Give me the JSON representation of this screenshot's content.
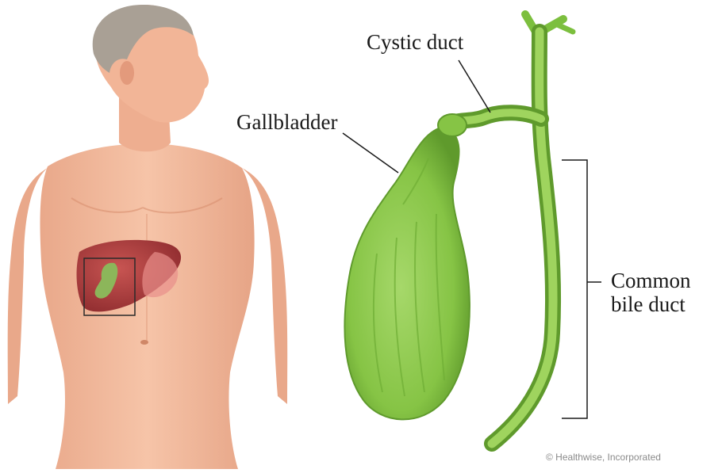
{
  "labels": {
    "cystic_duct": "Cystic duct",
    "gallbladder": "Gallbladder",
    "common_bile_duct_line1": "Common",
    "common_bile_duct_line2": "bile duct"
  },
  "credit": "© Healthwise, Incorporated",
  "colors": {
    "skin": "#f3b99a",
    "skin_shadow": "#e39a7c",
    "hair": "#a9a095",
    "liver": "#a93a3b",
    "gallbladder_green": "#8cc84b",
    "gallbladder_dark": "#5f9a2c",
    "leader_line": "#1a1a1a"
  }
}
